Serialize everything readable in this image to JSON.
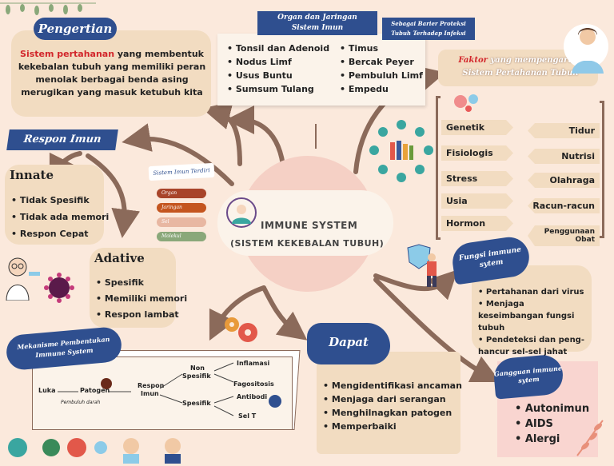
{
  "pengertian": {
    "title": "Pengertian",
    "highlight": "Sistem pertahanan",
    "text": " yang membentuk kekebalan tubuh yang memiliki peran menolak berbagai benda asing merugikan yang masuk ketubuh kita"
  },
  "organ": {
    "title_line1": "Organ dan Jaringan",
    "title_line2": "Sistem Imun",
    "col1": [
      "Tonsil dan Adenoid",
      "Nodus Limf",
      "Usus Buntu",
      "Sumsum Tulang"
    ],
    "col2": [
      "Timus",
      "Bercak Peyer",
      "Pembuluh Limf",
      "Empedu"
    ]
  },
  "barier": {
    "line1": "Sebagai Barier Proteksi",
    "line2": "Tubuh Terhadap Infeksi"
  },
  "faktor": {
    "highlight": "Faktor",
    "rest": " yang mempengaruhi",
    "line2": "Sistem Pertahanan Tubuh",
    "left": [
      "Genetik",
      "Fisiologis",
      "Stress",
      "Usia",
      "Hormon"
    ],
    "right": [
      "Tidur",
      "Nutrisi",
      "Olahraga",
      "Racun-racun",
      "Penggunaan Obat"
    ]
  },
  "respon": {
    "title": "Respon Imun"
  },
  "innate": {
    "title": "Innate",
    "items": [
      "Tidak Spesifik",
      "Tidak ada memori",
      "Respon Cepat"
    ]
  },
  "adative": {
    "title": "Adative",
    "items": [
      "Spesifik",
      "Memiliki memori",
      "Respon lambat"
    ]
  },
  "sistem_imun": {
    "title": "Sistem Imun Terdiri",
    "items": [
      "Organ",
      "Jaringan",
      "Sel",
      "Molekul"
    ]
  },
  "center": {
    "line1": "IMMUNE SYSTEM",
    "line2": "(SISTEM KEKEBALAN TUBUH)"
  },
  "fungsi": {
    "title_line1": "Fungsi immune",
    "title_line2": "sytem",
    "items": [
      "Pertahanan dari virus",
      "Menjaga keseimbangan fungsi tubuh",
      "Pendeteksi dan peng-hancur sel-sel jahat"
    ]
  },
  "dapat": {
    "title": "Dapat",
    "items": [
      "Mengidentifikasi ancaman",
      "Menjaga dari serangan",
      "Menghilnagkan patogen",
      "Memperbaiki"
    ]
  },
  "gangguan": {
    "title_line1": "Gangguan immune",
    "title_line2": "sytem",
    "items": [
      "Autonimun",
      "AIDS",
      "Alergi"
    ]
  },
  "mekanisme": {
    "title_line1": "Mekanisme Pembentukan",
    "title_line2": "Immune System",
    "luka": "Luka",
    "patogen": "Patogen",
    "pembuluh": "Pembuluh darah",
    "respon": "Respon",
    "imun": "Imun",
    "non": "Non",
    "spesifik1": "Spesifik",
    "spesifik2": "Spesifik",
    "inflamasi": "Inflamasi",
    "fagositosis": "Fagositosis",
    "antibodi": "Antibodi",
    "selt": "Sel T"
  },
  "colors": {
    "accent_blue": "#2f4f8f",
    "card": "#f2dcc1",
    "arrow_brown": "#8b6a5a",
    "highlight_red": "#d2262b",
    "background": "#fbe9dc"
  }
}
